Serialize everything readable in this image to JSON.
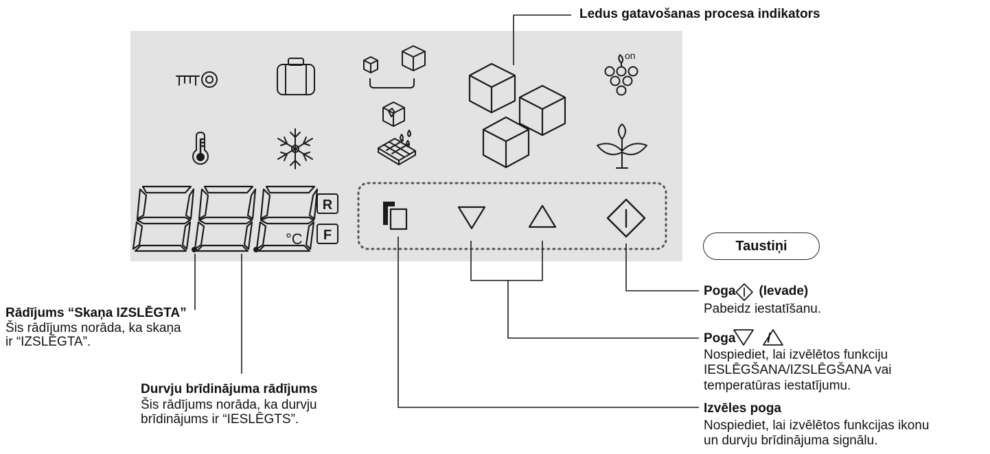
{
  "callouts": {
    "ice_indicator": "Ledus gatavošanas procesa indikators",
    "buttons_pill": "Taustiņi",
    "sound_off_title": "Rādījums “Skaņa IZSLĒGTA”",
    "sound_off_desc_1": "Šis rādījums norāda, ka skaņa",
    "sound_off_desc_2": "ir “IZSLĒGTA”.",
    "door_alarm_title": "Durvju brīdinājuma rādījums",
    "door_alarm_desc_1": "Šis rādījums norāda, ka durvju",
    "door_alarm_desc_2": "brīdinājums ir “IESLĒGTS”.",
    "enter_title_prefix": "Poga",
    "enter_title_suffix": "(Ievade)",
    "enter_desc": "Pabeidz iestatīšanu.",
    "updown_title_prefix": "Poga",
    "updown_sep": "/",
    "updown_desc_1": "Nospiediet, lai izvēlētos funkciju",
    "updown_desc_2": "IESLĒGŠANA/IZSLĒGŠANA vai",
    "updown_desc_3": "temperatūras iestatījumu.",
    "select_title": "Izvēles poga",
    "select_desc_1": "Nospiediet, lai izvēlētos funkcijas ikonu",
    "select_desc_2": "un durvju brīdinājuma signālu."
  },
  "panel": {
    "unit": "°C",
    "r_label": "R",
    "f_label": "F",
    "on_label": "on"
  },
  "icons": [
    "key-icon",
    "suitcase-icon",
    "ice-cube-size-icon",
    "ice-maker-large-icon",
    "grape-icon",
    "thermometer-icon",
    "snowflake-icon",
    "crushed-ice-icon",
    "chocolate-icon",
    "leaf-icon",
    "select-button-icon",
    "down-button-icon",
    "up-button-icon",
    "enter-button-icon"
  ],
  "colors": {
    "panel_bg": "#e3e3e4",
    "line": "#1a1a1a"
  }
}
